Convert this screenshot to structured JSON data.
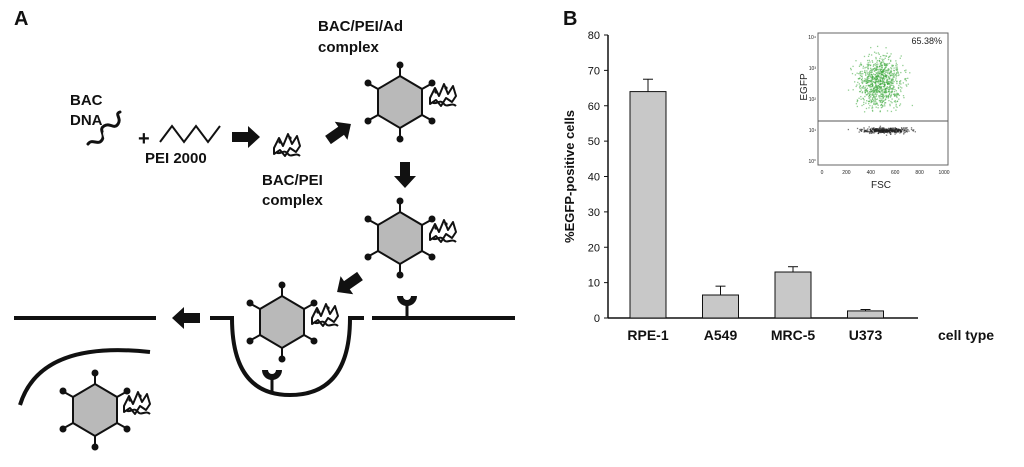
{
  "panel_a": {
    "letter": "A",
    "bac_dna_line1": "BAC",
    "bac_dna_line2": "DNA",
    "plus": "+",
    "pei": "PEI 2000",
    "bac_pei_line1": "BAC/PEI",
    "bac_pei_line2": "complex",
    "bac_pei_ad_line1": "BAC/PEI/Ad",
    "bac_pei_ad_line2": "complex"
  },
  "panel_b": {
    "letter": "B"
  },
  "chart_data": {
    "type": "bar",
    "categories": [
      "RPE-1",
      "A549",
      "MRC-5",
      "U373"
    ],
    "values": [
      64,
      6.5,
      13,
      2
    ],
    "errors": [
      3.5,
      2.5,
      1.5,
      0.4
    ],
    "ylabel": "%EGFP-positive cells",
    "xlabel": "cell type",
    "ylim": [
      0,
      80
    ],
    "yticks": [
      0,
      10,
      20,
      30,
      40,
      50,
      60,
      70,
      80
    ],
    "bar_color": "#c8c8c8",
    "inset": {
      "type": "scatter",
      "xlabel": "FSC",
      "ylabel": "EGFP",
      "percent_label": "65.38%",
      "xticks": [
        "0",
        "200",
        "400",
        "600",
        "800",
        "1000"
      ],
      "yticks": [
        "10°",
        "10¹",
        "10²",
        "10³",
        "10⁴"
      ],
      "positive_color": "#3aa83a",
      "negative_color": "#222222"
    }
  }
}
